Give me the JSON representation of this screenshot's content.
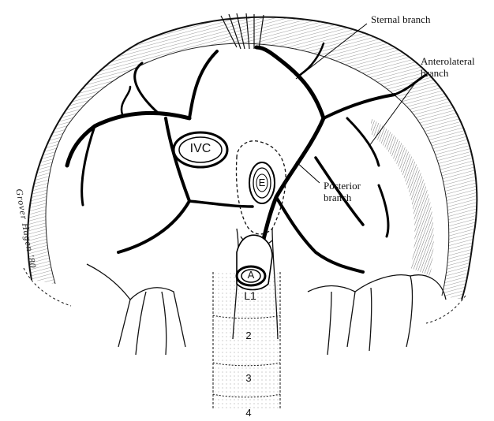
{
  "labels": {
    "sternal": "Sternal branch",
    "anterolateral": "Anterolateral\nbranch",
    "posterior": "Posterior\nbranch",
    "ivc": "IVC",
    "esophagus": "E",
    "aorta": "A",
    "l1": "L1",
    "v2": "2",
    "v3": "3",
    "v4": "4"
  },
  "signature": "Grover Hagen '80"
}
